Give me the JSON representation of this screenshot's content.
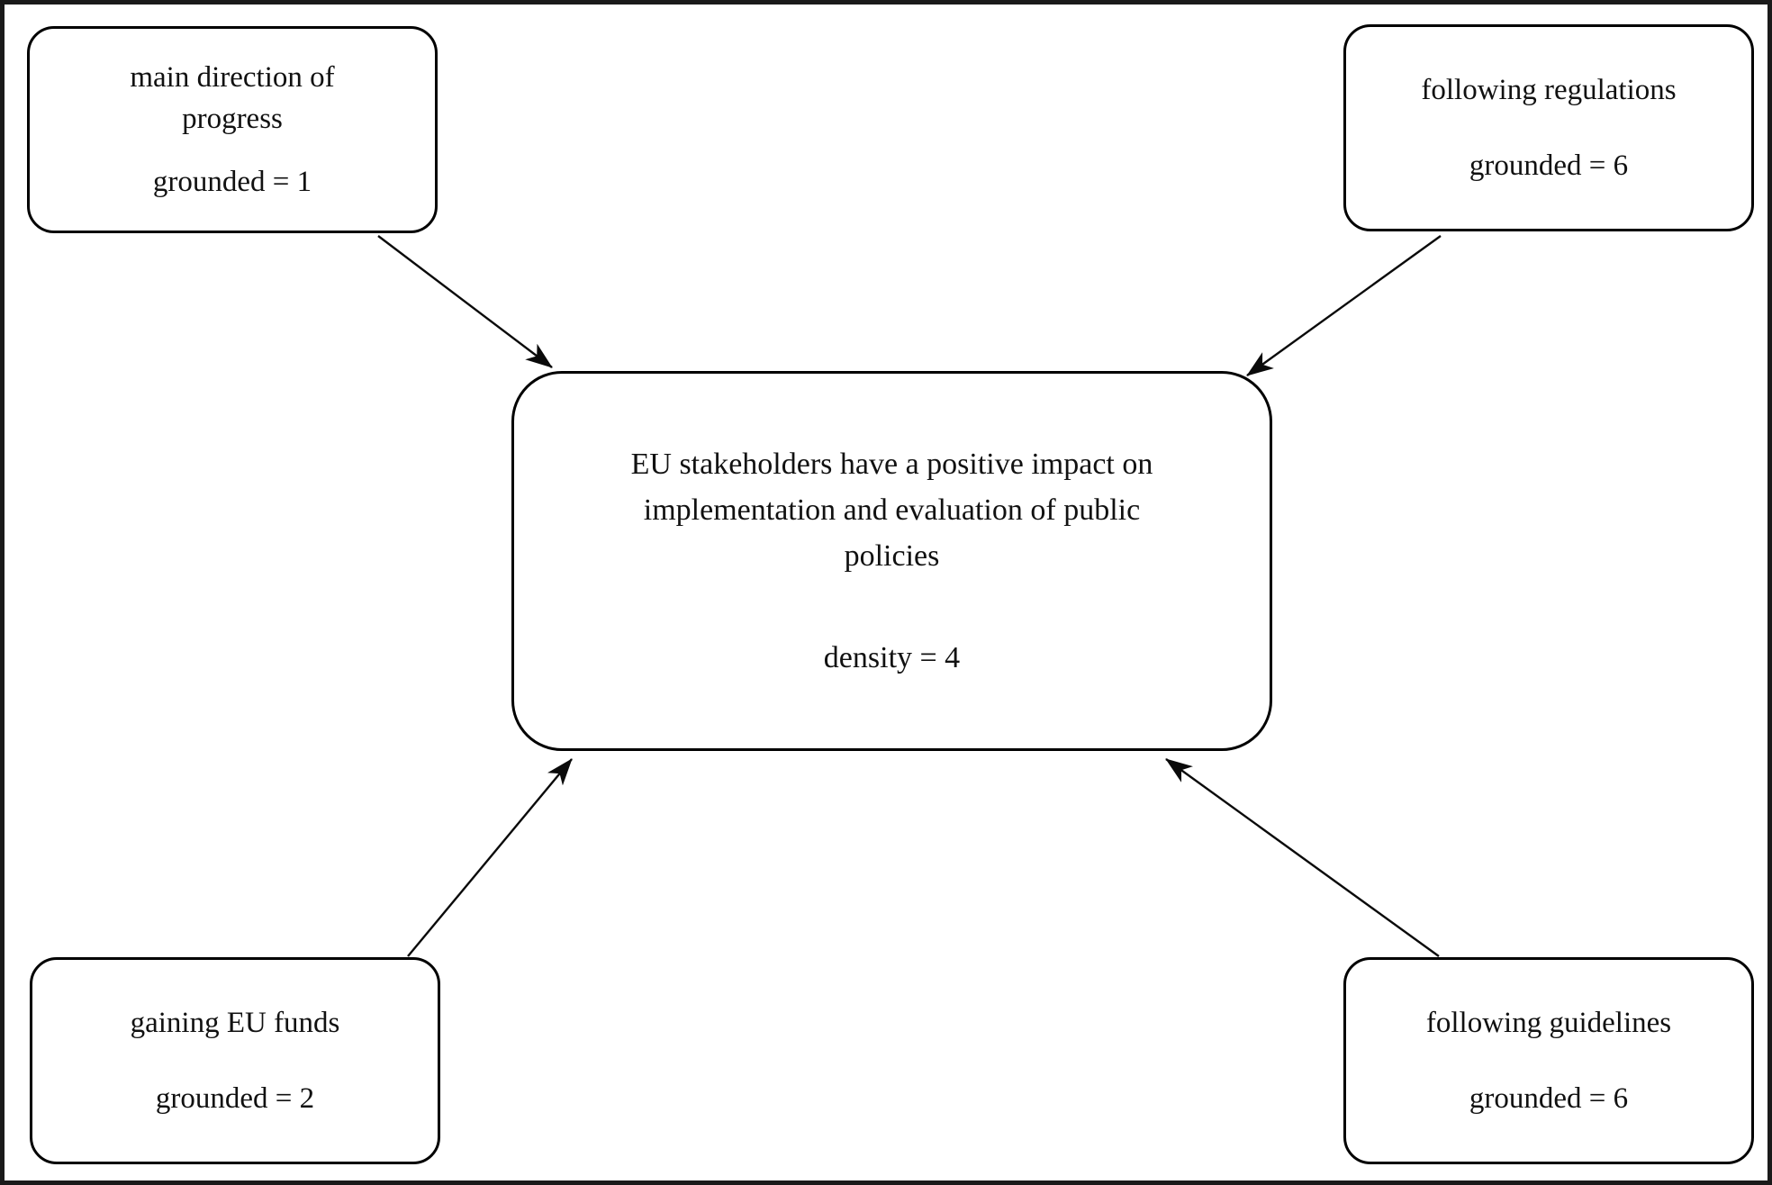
{
  "diagram": {
    "nodes": {
      "top_left": {
        "title": "main direction of\nprogress",
        "metric": "grounded = 1"
      },
      "top_right": {
        "title": "following regulations",
        "metric": "grounded = 6"
      },
      "center": {
        "title": "EU stakeholders have a positive impact on\nimplementation and evaluation of public\npolicies",
        "metric": "density = 4"
      },
      "bottom_left": {
        "title": "gaining EU funds",
        "metric": "grounded = 2"
      },
      "bottom_right": {
        "title": "following guidelines",
        "metric": "grounded = 6"
      }
    },
    "edges": [
      {
        "from": "main direction of progress",
        "to": "EU stakeholders have a positive impact on implementation and evaluation of public policies"
      },
      {
        "from": "following regulations",
        "to": "EU stakeholders have a positive impact on implementation and evaluation of public policies"
      },
      {
        "from": "gaining EU funds",
        "to": "EU stakeholders have a positive impact on implementation and evaluation of public policies"
      },
      {
        "from": "following guidelines",
        "to": "EU stakeholders have a positive impact on implementation and evaluation of public policies"
      }
    ],
    "colors": {
      "background": "#ffffff",
      "line": "#000000",
      "text": "#111111"
    }
  }
}
